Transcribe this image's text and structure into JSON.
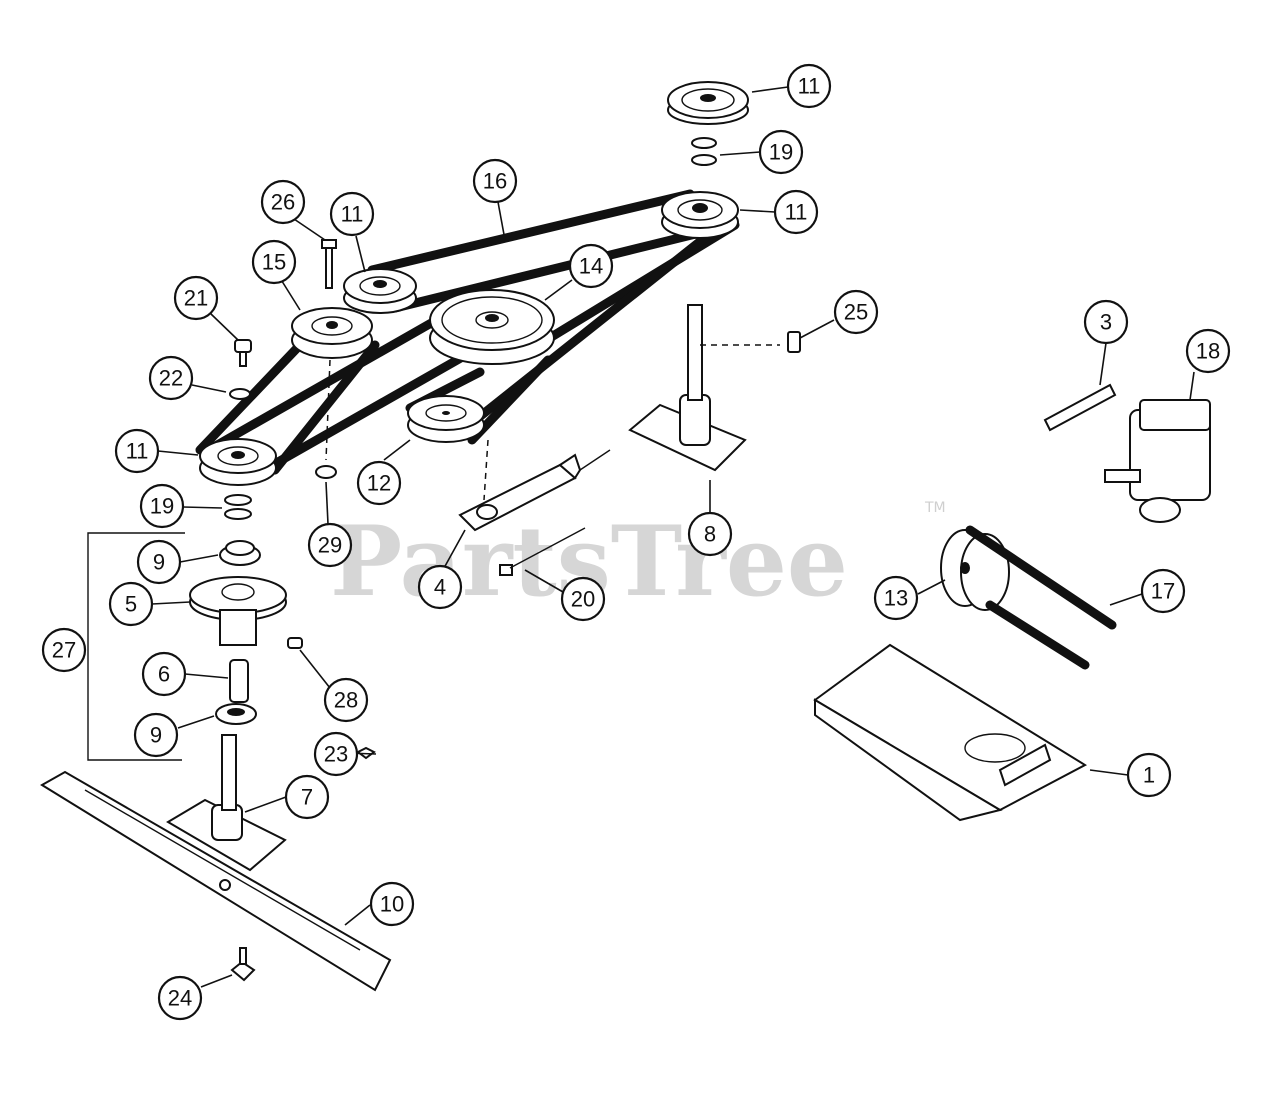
{
  "watermark": {
    "text": "PartsTree",
    "tm": "TM"
  },
  "callouts": [
    {
      "id": "c-11-top",
      "label": "11"
    },
    {
      "id": "c-19-top",
      "label": "19"
    },
    {
      "id": "c-16",
      "label": "16"
    },
    {
      "id": "c-11-right",
      "label": "11"
    },
    {
      "id": "c-26",
      "label": "26"
    },
    {
      "id": "c-11-mid",
      "label": "11"
    },
    {
      "id": "c-14",
      "label": "14"
    },
    {
      "id": "c-15",
      "label": "15"
    },
    {
      "id": "c-21",
      "label": "21"
    },
    {
      "id": "c-25",
      "label": "25"
    },
    {
      "id": "c-3",
      "label": "3"
    },
    {
      "id": "c-18",
      "label": "18"
    },
    {
      "id": "c-22",
      "label": "22"
    },
    {
      "id": "c-11-left",
      "label": "11"
    },
    {
      "id": "c-12",
      "label": "12"
    },
    {
      "id": "c-19-left",
      "label": "19"
    },
    {
      "id": "c-29",
      "label": "29"
    },
    {
      "id": "c-8",
      "label": "8"
    },
    {
      "id": "c-9-top",
      "label": "9"
    },
    {
      "id": "c-4",
      "label": "4"
    },
    {
      "id": "c-20",
      "label": "20"
    },
    {
      "id": "c-5",
      "label": "5"
    },
    {
      "id": "c-13",
      "label": "13"
    },
    {
      "id": "c-17",
      "label": "17"
    },
    {
      "id": "c-27",
      "label": "27"
    },
    {
      "id": "c-6",
      "label": "6"
    },
    {
      "id": "c-28",
      "label": "28"
    },
    {
      "id": "c-9-bottom",
      "label": "9"
    },
    {
      "id": "c-23",
      "label": "23"
    },
    {
      "id": "c-7",
      "label": "7"
    },
    {
      "id": "c-1",
      "label": "1"
    },
    {
      "id": "c-10",
      "label": "10"
    },
    {
      "id": "c-24",
      "label": "24"
    }
  ]
}
